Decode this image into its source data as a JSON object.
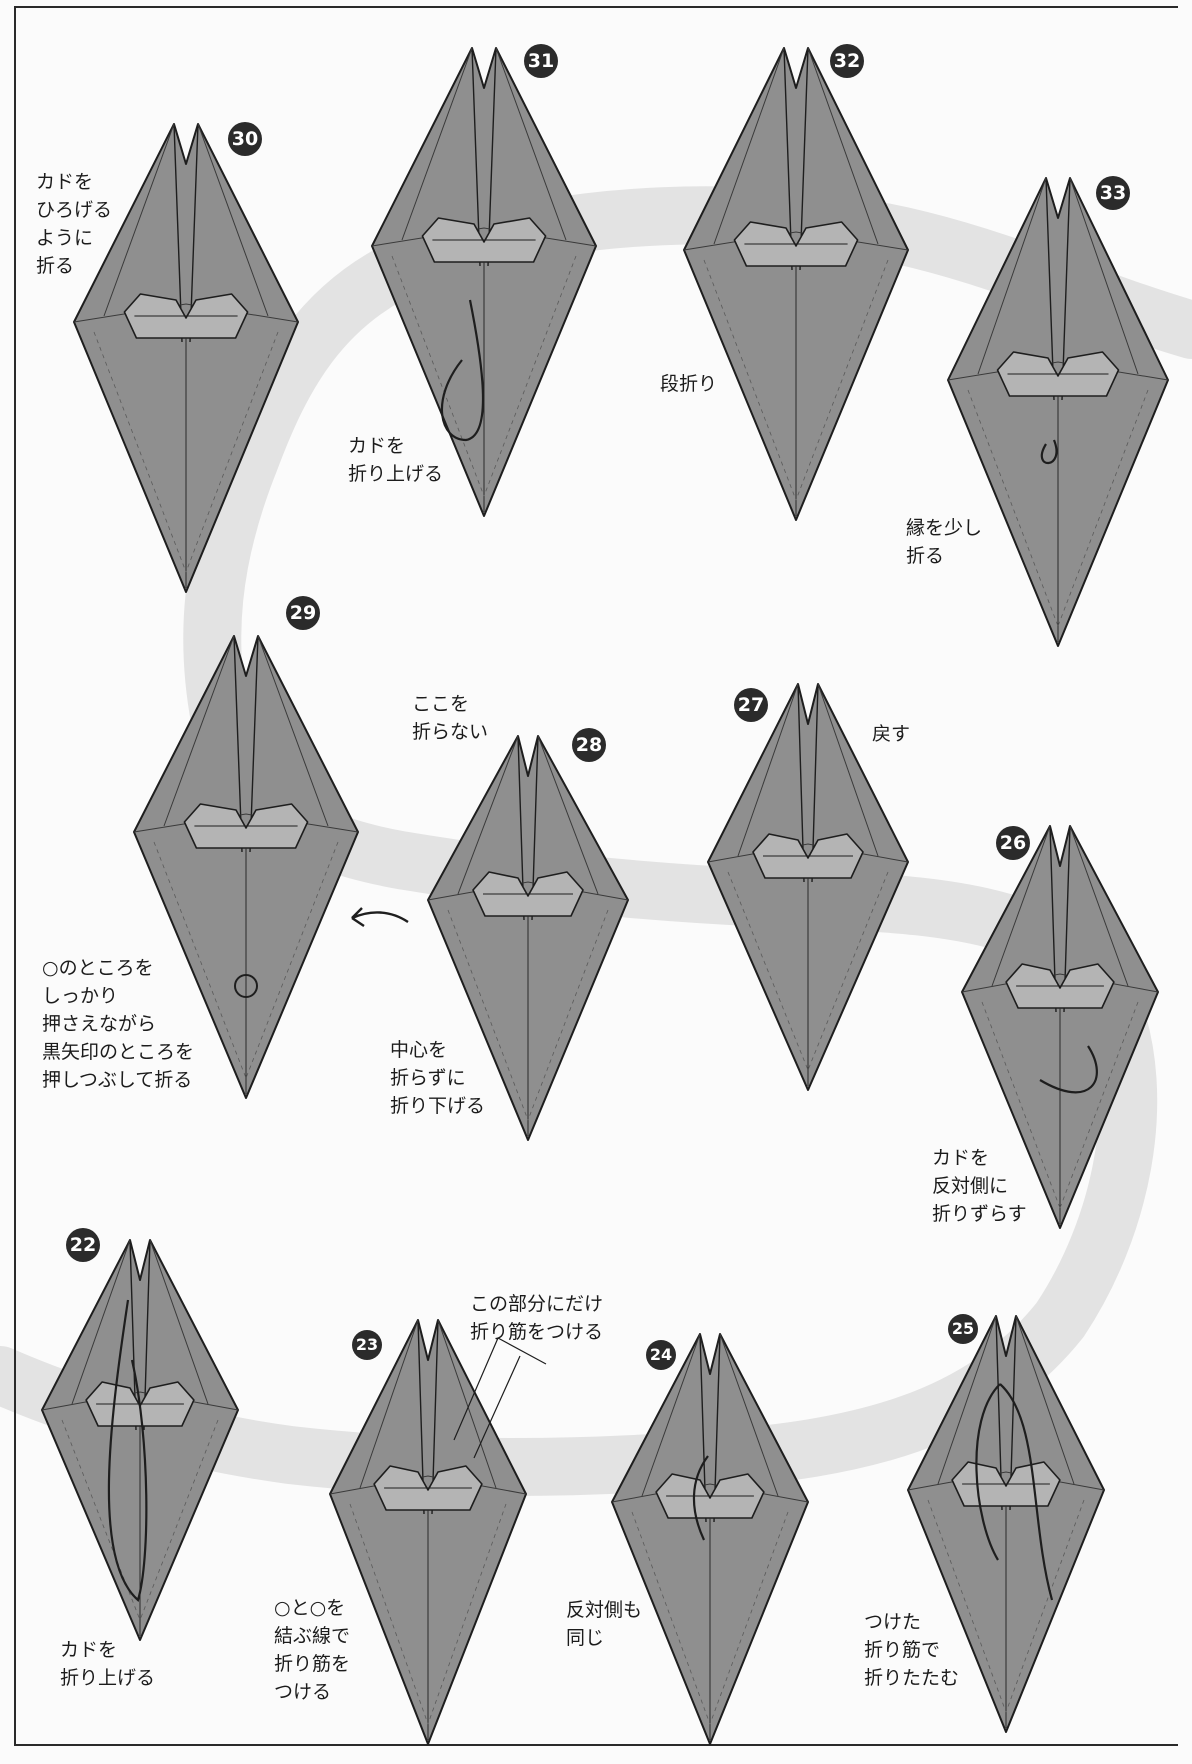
{
  "steps": [
    {
      "id": "22",
      "caption": "カドを\n折り上げる"
    },
    {
      "id": "23",
      "caption": "○と○を\n結ぶ線で\n折り筋を\nつける"
    },
    {
      "id": "24",
      "caption": "反対側も\n同じ"
    },
    {
      "id": "25",
      "caption": "つけた\n折り筋で\n折りたたむ"
    },
    {
      "id": "26",
      "caption": "カドを\n反対側に\n折りずらす"
    },
    {
      "id": "27",
      "caption": "戻す"
    },
    {
      "id": "28",
      "caption": "中心を\n折らずに\n折り下げる"
    },
    {
      "id": "29",
      "caption": "○のところを\nしっかり\n押さえながら\n黒矢印のところを\n押しつぶして折る"
    },
    {
      "id": "30",
      "caption": "カドを\nひろげる\nように\n折る"
    },
    {
      "id": "31",
      "caption": "カドを\n折り上げる"
    },
    {
      "id": "32",
      "caption": "段折り"
    },
    {
      "id": "33",
      "caption": "縁を少し\n折る"
    }
  ],
  "notes": {
    "step23_note": "この部分にだけ\n折り筋をつける",
    "step28_note": "ここを\n折らない"
  },
  "colors": {
    "paper": "#8f8f8f",
    "paper_light": "#b4b4b4",
    "path": "#e3e3e3",
    "ink": "#1e1e1e",
    "badge": "#2b2b2b"
  }
}
